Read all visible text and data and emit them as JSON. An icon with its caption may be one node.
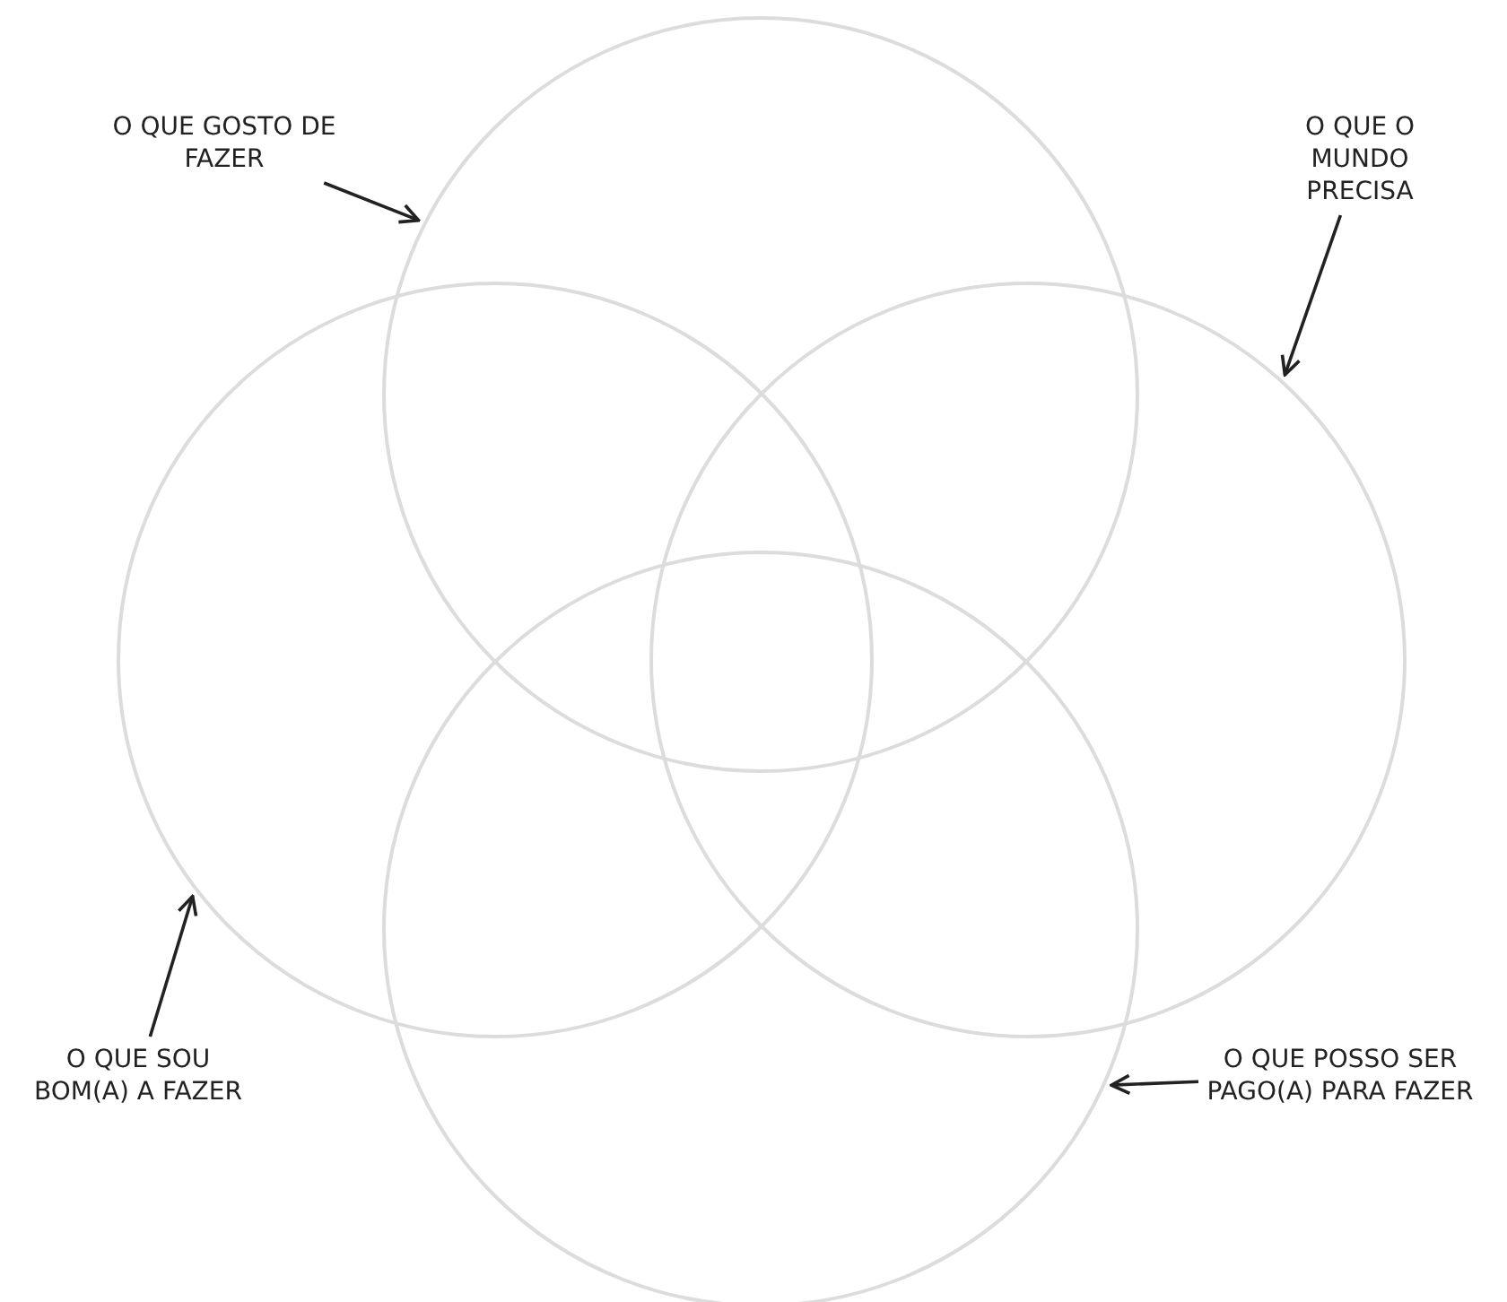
{
  "diagram": {
    "nodes": [
      {
        "text": [
          "O QUE GOSTO DE FAZER"
        ]
      },
      {
        "text": [
          "O QUE O MUNDO PRECISA"
        ]
      },
      {
        "text": [],
        "shape": "circle"
      },
      {
        "text": [],
        "shape": "circle"
      },
      {
        "text": [],
        "shape": "circle"
      },
      {
        "text": [],
        "shape": "circle"
      },
      {
        "text": [
          "O QUE SOU BOM(A) A FAZER"
        ]
      },
      {
        "text": [
          "O QUE POSSO SER PAGO(A) PARA FAZER"
        ]
      }
    ],
    "edges": [
      {
        "from": 0,
        "to": 2,
        "arrow": "to"
      },
      {
        "from": 1,
        "to": 4,
        "arrow": "to"
      },
      {
        "from": 6,
        "to": 3,
        "arrow": "to"
      },
      {
        "from": 7,
        "to": 5,
        "arrow": "to"
      }
    ]
  }
}
